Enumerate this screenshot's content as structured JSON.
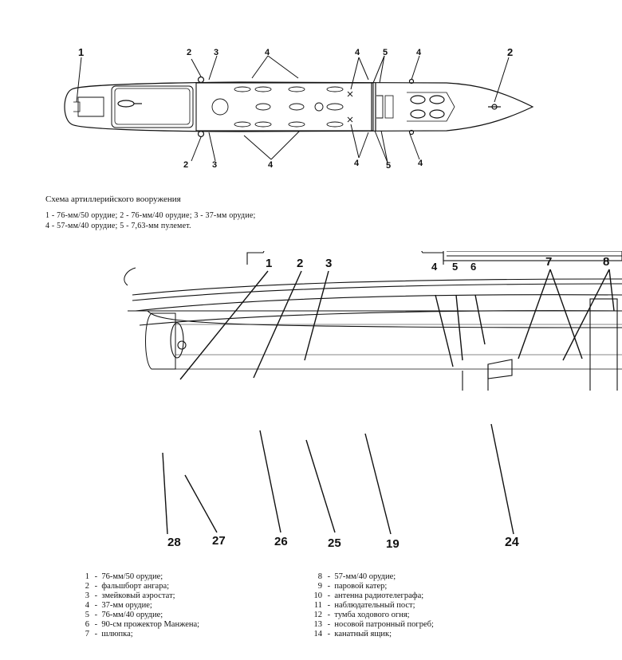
{
  "plan_view": {
    "callouts_top": [
      "1",
      "2",
      "3",
      "4",
      "4",
      "5",
      "4",
      "2"
    ],
    "callouts_bottom": [
      "2",
      "3",
      "4",
      "4",
      "5",
      "4"
    ]
  },
  "armament_caption": {
    "title": "Схема артиллерийского вооружения",
    "line1": "1 -  76-мм/50 орудие; 2 -  76-мм/40 орудие; 3 -  37-мм орудие;",
    "line2": "4 -  57-мм/40 орудие; 5 -  7,63-мм пулемет."
  },
  "profile_view": {
    "callouts_top": [
      "1",
      "2",
      "3",
      "4",
      "5",
      "6",
      "7",
      "8"
    ],
    "callouts_bottom": [
      "28",
      "27",
      "26",
      "25",
      "19",
      "24"
    ]
  },
  "legend_left": [
    {
      "num": "1",
      "text": "76-мм/50  орудие;"
    },
    {
      "num": "2",
      "text": "фальшборт  ангара;"
    },
    {
      "num": "3",
      "text": "змейковый  аэростат;"
    },
    {
      "num": "4",
      "text": "37-мм  орудие;"
    },
    {
      "num": "5",
      "text": "76-мм/40  орудие;"
    },
    {
      "num": "6",
      "text": "90-см  прожектор  Манжена;"
    },
    {
      "num": "7",
      "text": "шлюпка;"
    }
  ],
  "legend_right": [
    {
      "num": "8",
      "text": "57-мм/40  орудие;"
    },
    {
      "num": "9",
      "text": "паровой  катер;"
    },
    {
      "num": "10",
      "text": "антенна  радиотелеграфа;"
    },
    {
      "num": "11",
      "text": "наблюдательный  пост;"
    },
    {
      "num": "12",
      "text": "тумба  ходового  огня;"
    },
    {
      "num": "13",
      "text": "носовой  патронный  погреб;"
    },
    {
      "num": "14",
      "text": "канатный  ящик;"
    }
  ]
}
